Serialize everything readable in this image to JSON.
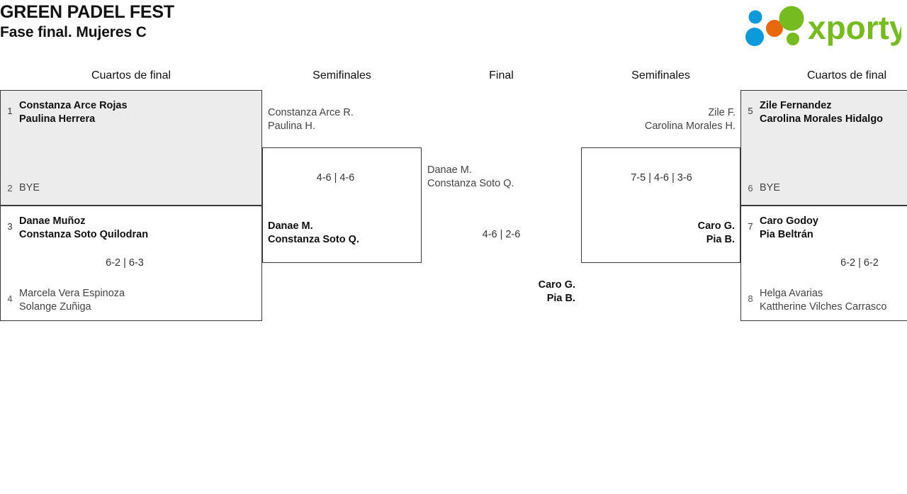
{
  "header": {
    "title": "GREEN PADEL FEST",
    "subtitle": "Fase final. Mujeres C",
    "logo_text": "xporty",
    "logo_colors": {
      "green": "#76bc21",
      "blue": "#0c9ada",
      "orange": "#e8690b"
    }
  },
  "rounds": {
    "left_qf": "Cuartos de final",
    "left_sf": "Semifinales",
    "final": "Final",
    "right_sf": "Semifinales",
    "right_qf": "Cuartos de final"
  },
  "bracket": {
    "left_quarterfinals": [
      {
        "shaded": true,
        "score": "",
        "top": {
          "seed": "1",
          "result": "winner",
          "players": [
            "Constanza Arce Rojas",
            "Paulina Herrera"
          ]
        },
        "bottom": {
          "seed": "2",
          "result": "loser",
          "players": [
            "BYE"
          ]
        }
      },
      {
        "shaded": false,
        "score": "6-2 | 6-3",
        "top": {
          "seed": "3",
          "result": "winner",
          "players": [
            "Danae Muñoz",
            "Constanza Soto Quilodran"
          ]
        },
        "bottom": {
          "seed": "4",
          "result": "loser",
          "players": [
            "Marcela Vera Espinoza",
            "Solange Zuñiga"
          ]
        }
      }
    ],
    "right_quarterfinals": [
      {
        "shaded": true,
        "score": "",
        "top": {
          "seed": "5",
          "result": "winner",
          "players": [
            "Zile Fernandez",
            "Carolina Morales Hidalgo"
          ]
        },
        "bottom": {
          "seed": "6",
          "result": "loser",
          "players": [
            "BYE"
          ]
        }
      },
      {
        "shaded": false,
        "score": "6-2 | 6-2",
        "top": {
          "seed": "7",
          "result": "winner",
          "players": [
            "Caro Godoy",
            "Pia Beltrán"
          ]
        },
        "bottom": {
          "seed": "8",
          "result": "loser",
          "players": [
            "Helga Avarias",
            "Kattherine Vilches Carrasco"
          ]
        }
      }
    ],
    "left_semifinal": {
      "score": "4-6 | 4-6",
      "top": {
        "result": "loser",
        "players": [
          "Constanza Arce R.",
          "Paulina H."
        ]
      },
      "bottom": {
        "result": "winner",
        "players": [
          "Danae M.",
          "Constanza Soto Q."
        ]
      }
    },
    "right_semifinal": {
      "score": "7-5 | 4-6 | 3-6",
      "top": {
        "result": "loser",
        "players": [
          "Zile F.",
          "Carolina Morales H."
        ]
      },
      "bottom": {
        "result": "winner",
        "players": [
          "Caro G.",
          "Pia B."
        ]
      }
    },
    "final_match": {
      "score": "4-6 | 2-6",
      "top": {
        "result": "loser",
        "players": [
          "Danae M.",
          "Constanza Soto Q."
        ]
      },
      "bottom": {
        "result": "winner",
        "players": [
          "Caro G.",
          "Pia B."
        ]
      }
    }
  }
}
